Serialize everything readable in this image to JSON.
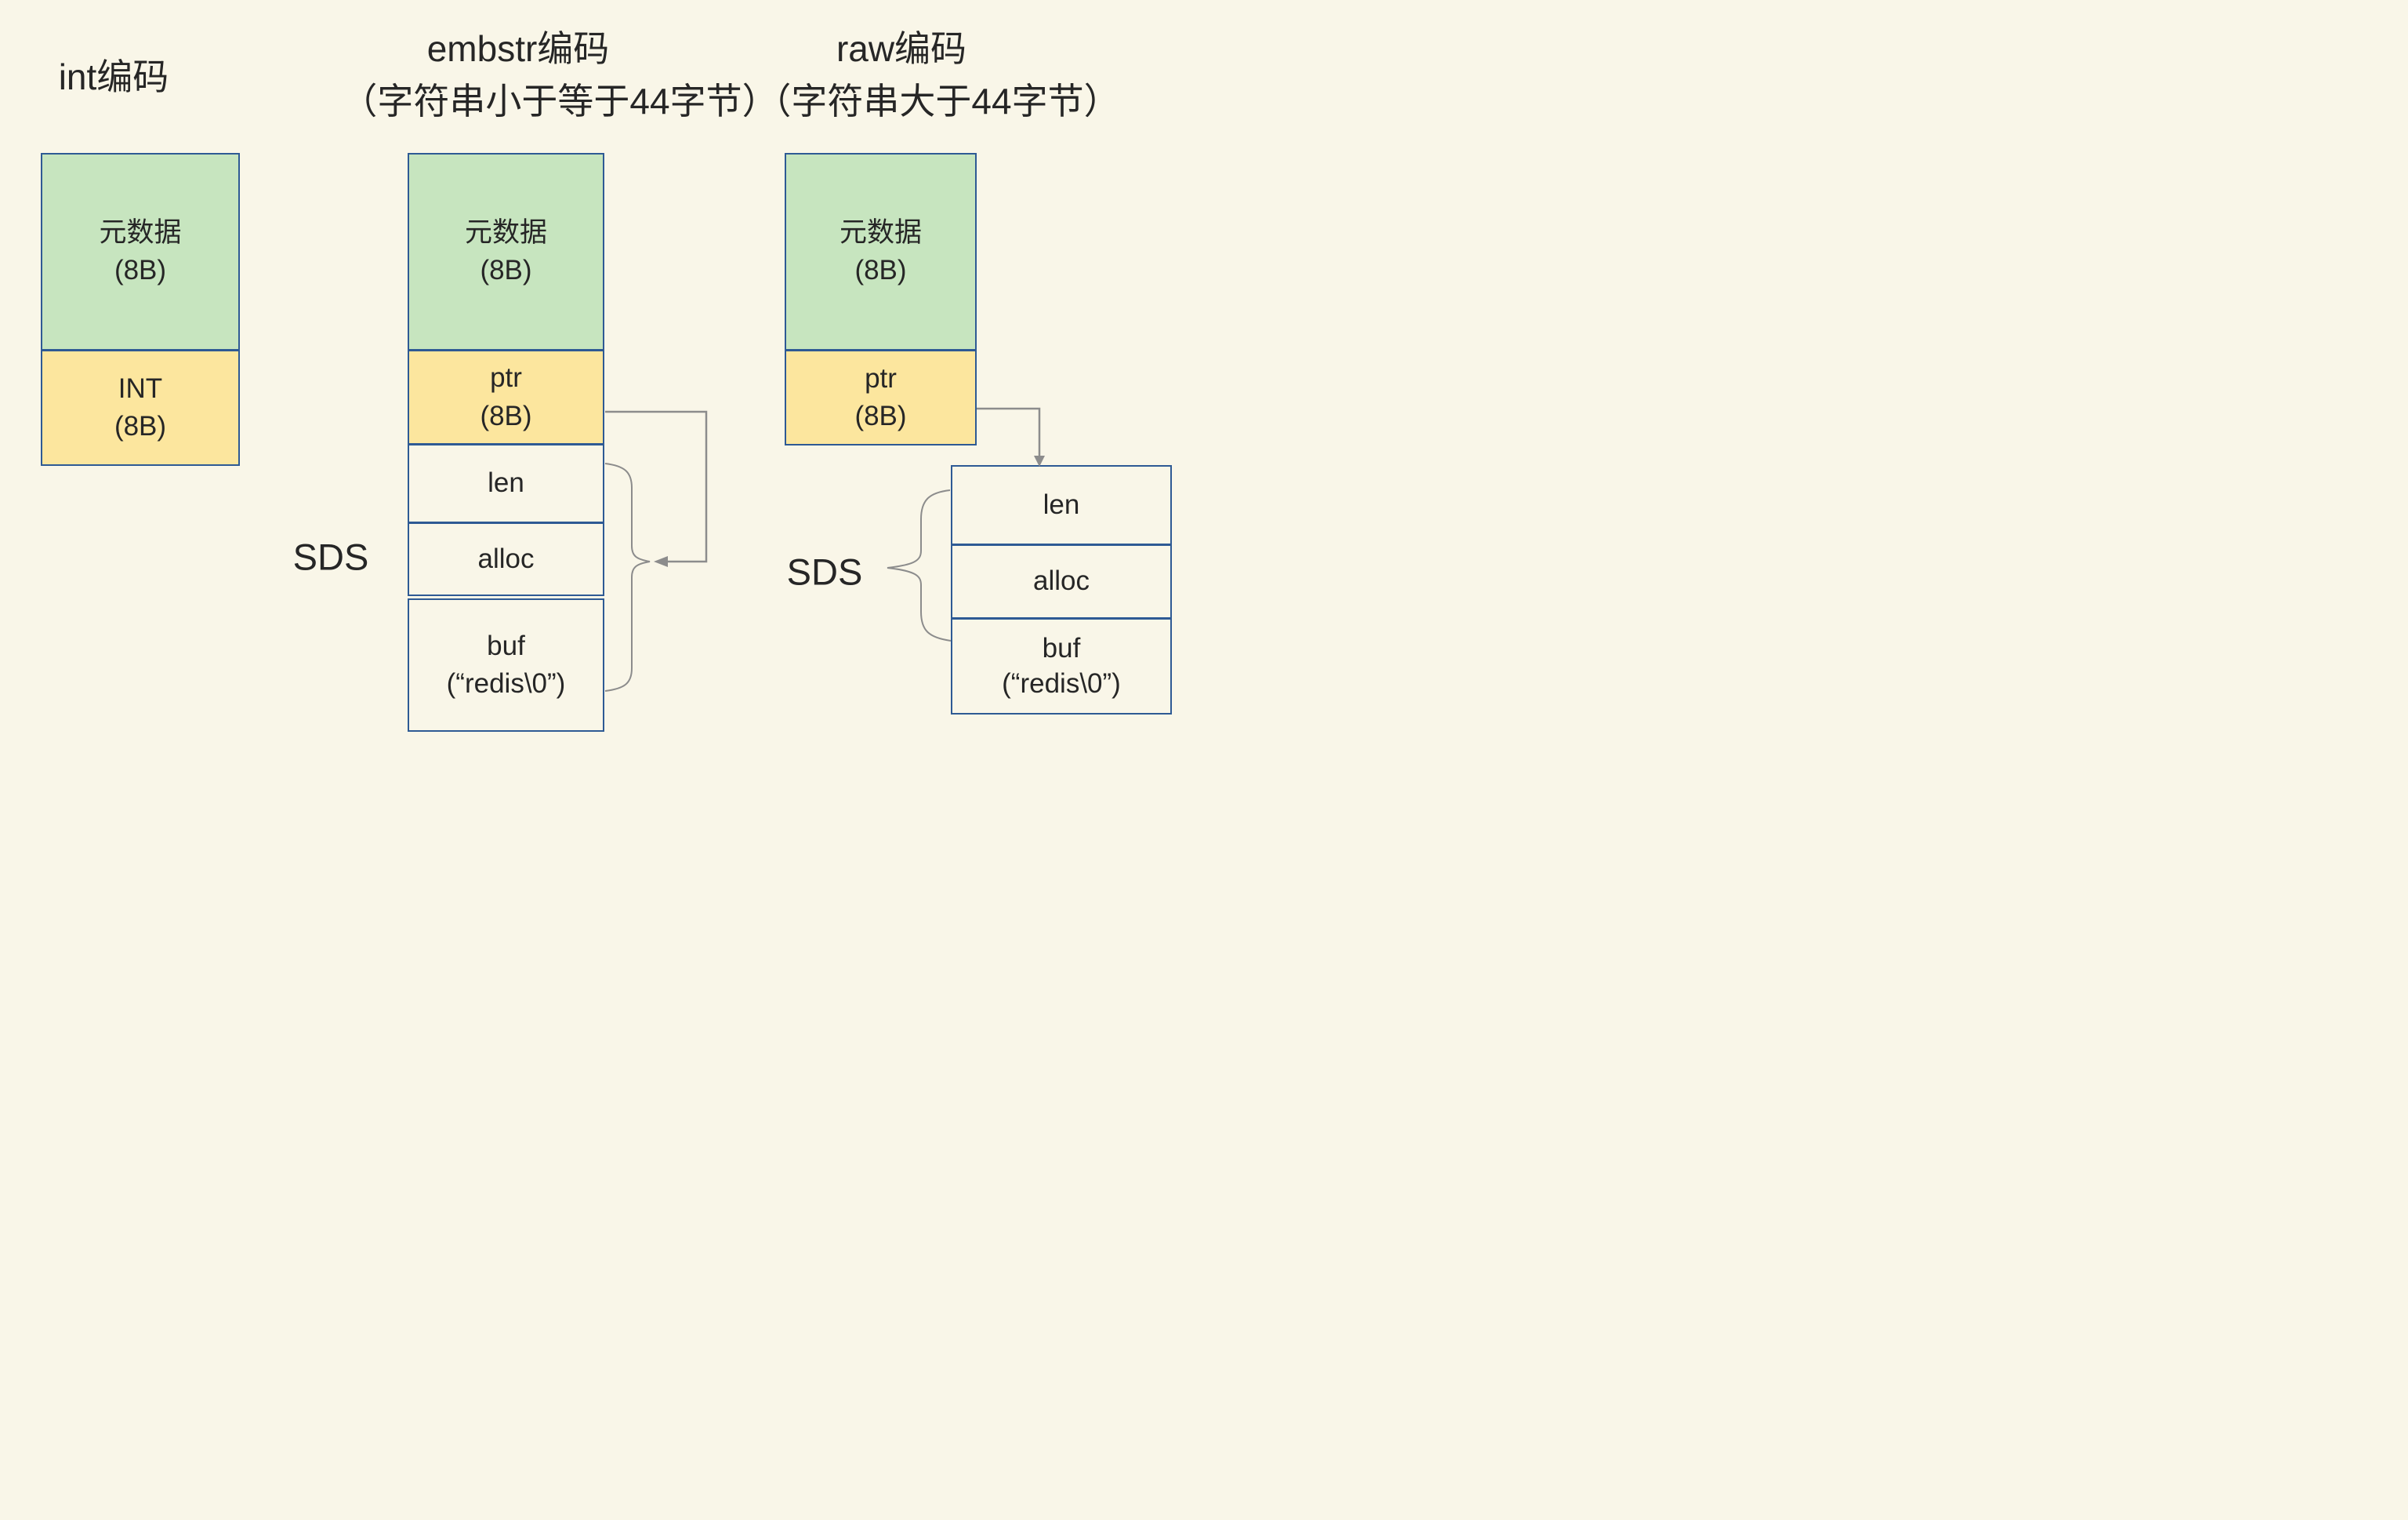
{
  "colors": {
    "background": "#F9F6E8",
    "box_green": "#C7E5BF",
    "box_yellow": "#FCE69E",
    "box_border_blue": "#2E5A94",
    "arrow_gray": "#8C8C8C",
    "text": "#262626"
  },
  "titles": {
    "int": "int编码",
    "embstr": "embstr编码",
    "embstr_sub": "（字符串小于等于44字节）",
    "raw": "raw编码",
    "raw_sub": "（字符串大于44字节）"
  },
  "int_column": {
    "meta_l1": "元数据",
    "meta_l2": "(8B)",
    "value_l1": "INT",
    "value_l2": "(8B)"
  },
  "embstr_column": {
    "meta_l1": "元数据",
    "meta_l2": "(8B)",
    "ptr_l1": "ptr",
    "ptr_l2": "(8B)",
    "len": "len",
    "alloc": "alloc",
    "buf_l1": "buf",
    "buf_l2": "(“redis\\0”)",
    "sds_label": "SDS"
  },
  "raw_column": {
    "meta_l1": "元数据",
    "meta_l2": "(8B)",
    "ptr_l1": "ptr",
    "ptr_l2": "(8B)",
    "len": "len",
    "alloc": "alloc",
    "buf_l1": "buf",
    "buf_l2": "(“redis\\0”)",
    "sds_label": "SDS"
  }
}
